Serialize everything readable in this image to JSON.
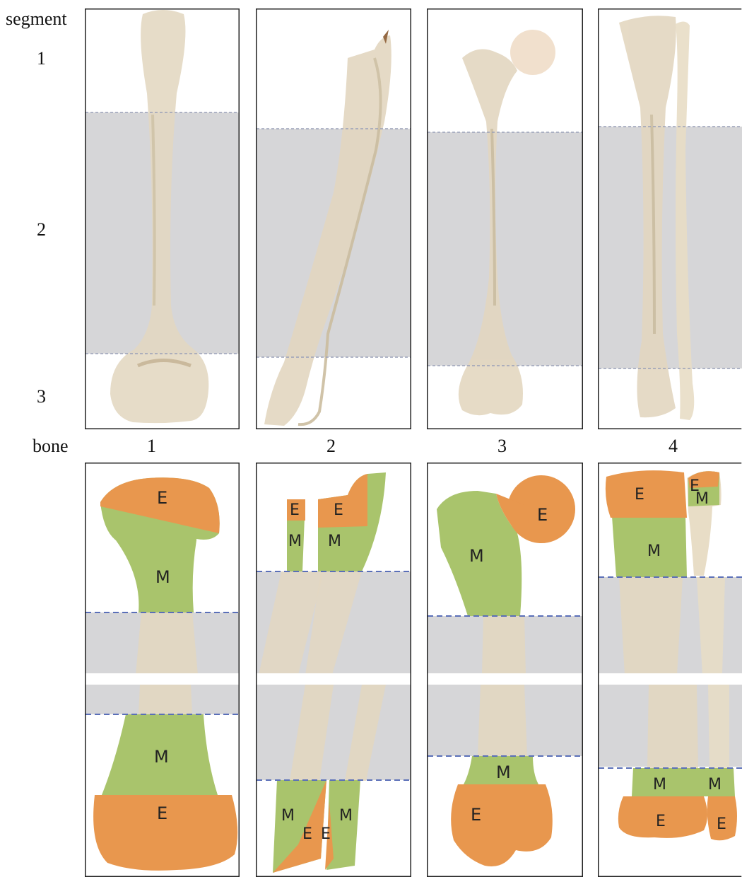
{
  "side_labels": {
    "segment": "segment",
    "segment_numbers": [
      "1",
      "2",
      "3"
    ],
    "bone": "bone"
  },
  "bone_numbers": [
    "1",
    "2",
    "3",
    "4"
  ],
  "region_letters": {
    "epiphysis": "E",
    "metaphysis": "M"
  },
  "colors": {
    "bone": "#e3d7c0",
    "bone_shade": "#cbbd9f",
    "bone_light": "#f0e8d8",
    "diaphysis_band": "#d6d6d8",
    "epiphysis": "#e8974e",
    "metaphysis": "#a9c46c",
    "dash_line": "#5a6fb8",
    "frame": "#222222",
    "white": "#ffffff"
  }
}
